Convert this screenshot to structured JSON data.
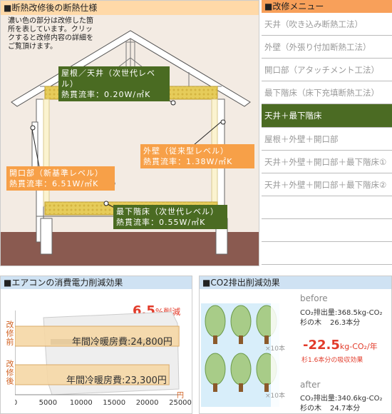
{
  "house": {
    "title": "■断熱改修後の断熱仕様",
    "intro": "濃い色の部分は改修した箇所を表しています。クリックすると改修内容の詳細をご覧頂けます。",
    "labels": {
      "roof_l1": "屋根／天井（次世代レベル）",
      "roof_l2": "熱貫流率：0.20W/㎡K",
      "wall_l1": "外壁（従来型レベル）",
      "wall_l2": "熱貫流率：1.38W/㎡K",
      "opening_l1": "開口部（新基準レベル）",
      "opening_l2": "熱貫流率：6.51W/㎡K",
      "floor_l1": "最下階床（次世代レベル）",
      "floor_l2": "熱貫流率：0.55W/㎡K"
    }
  },
  "menu": {
    "title": "■改修メニュー",
    "items": [
      {
        "label": "天井（吹き込み断熱工法）",
        "active": false
      },
      {
        "label": "外壁（外張り付加断熱工法）",
        "active": false
      },
      {
        "label": "開口部（アタッチメント工法）",
        "active": false
      },
      {
        "label": "最下階床（床下充填断熱工法）",
        "active": false
      },
      {
        "label": "天井＋最下階床",
        "active": true
      },
      {
        "label": "屋根＋外壁＋開口部",
        "active": false
      },
      {
        "label": "天井＋外壁＋開口部＋最下階床①",
        "active": false
      },
      {
        "label": "天井＋外壁＋開口部＋最下階床②",
        "active": false
      },
      {
        "label": "",
        "active": false
      },
      {
        "label": "",
        "active": false
      }
    ]
  },
  "ac": {
    "title": "■エアコンの消費電力削減効果",
    "reduction_num": "6.5",
    "reduction_unit": "%削減",
    "before_label": "改修前",
    "after_label": "改修後",
    "before_text": "年間冷暖房費:24,800円",
    "after_text": "年間冷暖房費:23,300円",
    "unit": "円"
  },
  "chart_data": {
    "type": "bar",
    "categories": [
      "改修前",
      "改修後"
    ],
    "values": [
      24800,
      23300
    ],
    "xlim": [
      0,
      25000
    ],
    "xticks": [
      "0",
      "5000",
      "10000",
      "15000",
      "20000",
      "25000"
    ]
  },
  "co2": {
    "title": "■CO2排出削減効果",
    "before_title": "before",
    "before_emission_label": "CO₂排出量:",
    "before_emission_value": "368.5kg-CO₂",
    "before_tree_label": "杉の木",
    "before_tree_value": "26.3本分",
    "x10_top": "×10本",
    "reduction_value": "-22.5",
    "reduction_unit": "kg-CO₂/年",
    "reduction_note": "杉1.6本分の吸収効果",
    "x10_bottom": "×10本",
    "after_title": "after",
    "after_emission_label": "CO₂排出量:",
    "after_emission_value": "340.6kg-CO₂",
    "after_tree_label": "杉の木",
    "after_tree_value": "24.7本分"
  },
  "colors": {
    "accent_orange": "#f7a048",
    "accent_green": "#4a6b22",
    "insulation": "#e9d46a",
    "reduction_red": "#e23b2a"
  }
}
